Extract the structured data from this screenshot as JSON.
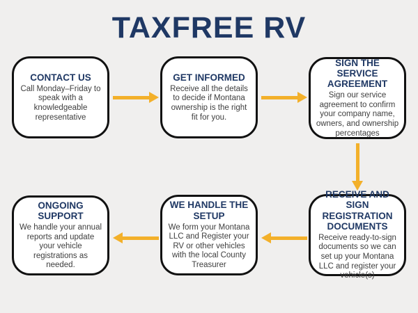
{
  "title": "TAXFREE RV",
  "colors": {
    "background": "#f0efee",
    "box_fill": "#ffffff",
    "box_border": "#111111",
    "heading_navy": "#1f3864",
    "body_gray": "#3e3e3e",
    "arrow_gold": "#f3b02a"
  },
  "steps": [
    {
      "heading": "CONTACT US",
      "body": "Call Monday–Friday to speak with a knowledgeable representative"
    },
    {
      "heading": "GET INFORMED",
      "body": "Receive all the details to decide if Montana ownership is the right fit for you."
    },
    {
      "heading": "SIGN THE SERVICE AGREEMENT",
      "body": "Sign our service agreement to confirm your company name, owners, and ownership percentages"
    },
    {
      "heading": "RECEIVE AND SIGN REGISTRATION DOCUMENTS",
      "body": "Receive ready-to-sign documents so we can set up your Montana LLC and register your vehicle(s)"
    },
    {
      "heading": "WE HANDLE THE SETUP",
      "body": "We form your Montana LLC and Register your RV or other vehicles with the local County Treasurer"
    },
    {
      "heading": "ONGOING SUPPORT",
      "body": "We handle your annual reports and update your vehicle registrations as needed."
    }
  ],
  "flow": {
    "arrow_icons": [
      "arrow-right-icon",
      "arrow-right-icon",
      "arrow-down-icon",
      "arrow-left-icon",
      "arrow-left-icon"
    ]
  }
}
